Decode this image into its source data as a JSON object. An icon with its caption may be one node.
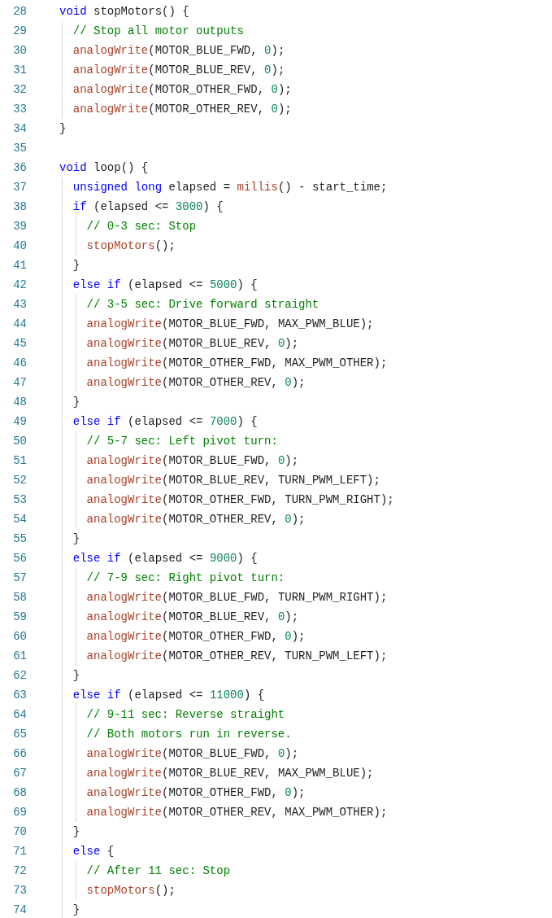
{
  "diagram": {
    "labels": [
      "28",
      "void stopMotors() {",
      "29",
      "  // Stop all motor outputs",
      "30",
      "  analogWrite(MOTOR_BLUE_FWD, 0);",
      "31",
      "  analogWrite(MOTOR_BLUE_REV, 0);",
      "32",
      "  analogWrite(MOTOR_OTHER_FWD, 0);",
      "33",
      "  analogWrite(MOTOR_OTHER_REV, 0);",
      "34",
      "}",
      "35",
      "36",
      "void loop() {",
      "37",
      "  unsigned long elapsed = millis() - start_time;",
      "38",
      "  if (elapsed <= 3000) {",
      "39",
      "    // 0-3 sec: Stop",
      "40",
      "    stopMotors();",
      "41",
      "  }",
      "42",
      "  else if (elapsed <= 5000) {",
      "43",
      "    // 3-5 sec: Drive forward straight",
      "44",
      "    analogWrite(MOTOR_BLUE_FWD, MAX_PWM_BLUE);",
      "45",
      "    analogWrite(MOTOR_BLUE_REV, 0);",
      "46",
      "    analogWrite(MOTOR_OTHER_FWD, MAX_PWM_OTHER);",
      "47",
      "    analogWrite(MOTOR_OTHER_REV, 0);",
      "48",
      "  }",
      "49",
      "  else if (elapsed <= 7000) {",
      "50",
      "    // 5-7 sec: Left pivot turn:",
      "51",
      "    analogWrite(MOTOR_BLUE_FWD, 0);",
      "52",
      "    analogWrite(MOTOR_BLUE_REV, TURN_PWM_LEFT);",
      "53",
      "    analogWrite(MOTOR_OTHER_FWD, TURN_PWM_RIGHT);",
      "54",
      "    analogWrite(MOTOR_OTHER_REV, 0);",
      "55",
      "  }",
      "56",
      "  else if (elapsed <= 9000) {",
      "57",
      "    // 7-9 sec: Right pivot turn:",
      "58",
      "    analogWrite(MOTOR_BLUE_FWD, TURN_PWM_RIGHT);",
      "59",
      "    analogWrite(MOTOR_BLUE_REV, 0);",
      "60",
      "    analogWrite(MOTOR_OTHER_FWD, 0);",
      "61",
      "    analogWrite(MOTOR_OTHER_REV, TURN_PWM_LEFT);",
      "62",
      "  }",
      "63",
      "  else if (elapsed <= 11000) {",
      "64",
      "    // 9-11 sec: Reverse straight",
      "65",
      "    // Both motors run in reverse.",
      "66",
      "    analogWrite(MOTOR_BLUE_FWD, 0);",
      "67",
      "    analogWrite(MOTOR_BLUE_REV, MAX_PWM_BLUE);",
      "68",
      "    analogWrite(MOTOR_OTHER_FWD, 0);",
      "69",
      "    analogWrite(MOTOR_OTHER_REV, MAX_PWM_OTHER);",
      "70",
      "  }",
      "71",
      "  else {",
      "72",
      "    // After 11 sec: Stop",
      "73",
      "    stopMotors();",
      "74",
      "  }"
    ]
  }
}
